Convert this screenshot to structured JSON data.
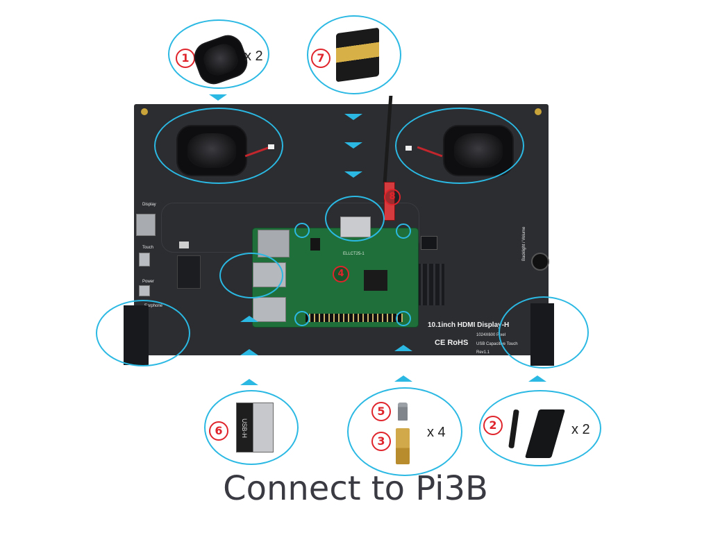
{
  "caption": "Connect to Pi3B",
  "callouts": {
    "speaker": {
      "num": "1",
      "qty": "x 2"
    },
    "hdmi_adapter": {
      "num": "7"
    },
    "hdmi_cable": {
      "num": "8"
    },
    "pi_board": {
      "num": "4"
    },
    "usb_adapter": {
      "num": "6"
    },
    "screw": {
      "num": "5"
    },
    "standoff": {
      "num": "3",
      "qty": "x 4"
    },
    "stand": {
      "num": "2",
      "qty": "x 2"
    }
  },
  "board_labels": {
    "display": "Display",
    "touch": "Touch",
    "power": "Power",
    "earphone": "Earphone",
    "backlight": "Backlight / Volume",
    "product_title": "10.1inch HDMI Display-H",
    "resolution": "1024X600 Pixel",
    "touch_type": "USB Capacitive Touch",
    "cert_marks": "CE RoHS",
    "revision": "Rev1.1",
    "pcb_label": "ELLCT25-1"
  },
  "usb_adapter_text": "USB-H",
  "colors": {
    "accent": "#2bb9e3",
    "callout": "#e0242b",
    "panel": "#2b2d31",
    "pcb": "#1f6f3a",
    "caption": "#3a3a42"
  }
}
